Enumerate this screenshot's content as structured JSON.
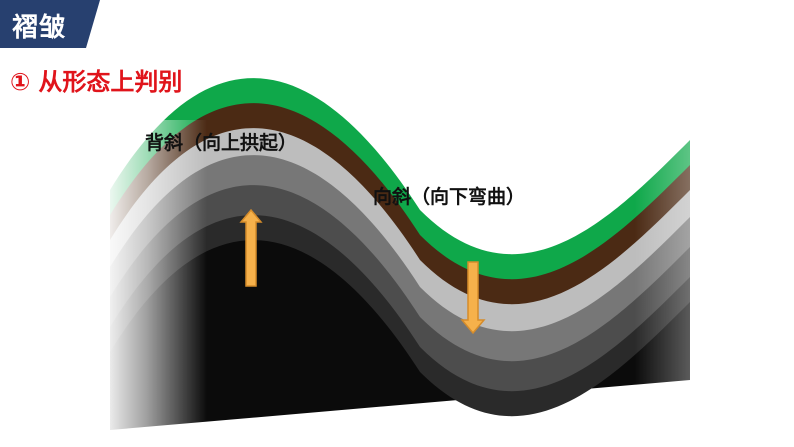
{
  "header": {
    "title": "褶皱"
  },
  "section": {
    "number": "①",
    "heading": "从形态上判别"
  },
  "diagram": {
    "anticline_label": "背斜（向上拱起）",
    "syncline_label": "向斜（向下弯曲）",
    "layer_colors": [
      "#0b0b0b",
      "#2a2a2a",
      "#4d4d4d",
      "#777777",
      "#bdbdbd",
      "#4b2a14",
      "#0fa84a"
    ],
    "arrow_color": "#f6b14b",
    "arrow_stroke": "#d58c2b",
    "arrow_up_icon": "arrow-up-icon",
    "arrow_down_icon": "arrow-down-icon"
  }
}
